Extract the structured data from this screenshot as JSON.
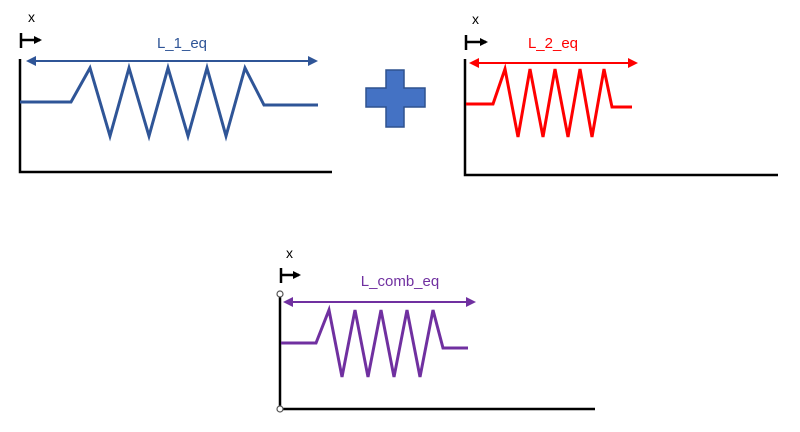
{
  "diagram_1": {
    "axis_label": "x",
    "spring_label": "L_1_eq",
    "color": "#2f5597"
  },
  "diagram_2": {
    "axis_label": "x",
    "spring_label": "L_2_eq",
    "color": "#ff0000"
  },
  "diagram_combined": {
    "axis_label": "x",
    "spring_label": "L_comb_eq",
    "color": "#7030a0"
  },
  "operator": {
    "icon": "plus-icon",
    "color": "#4472c4"
  },
  "colors": {
    "axis": "#000000"
  }
}
